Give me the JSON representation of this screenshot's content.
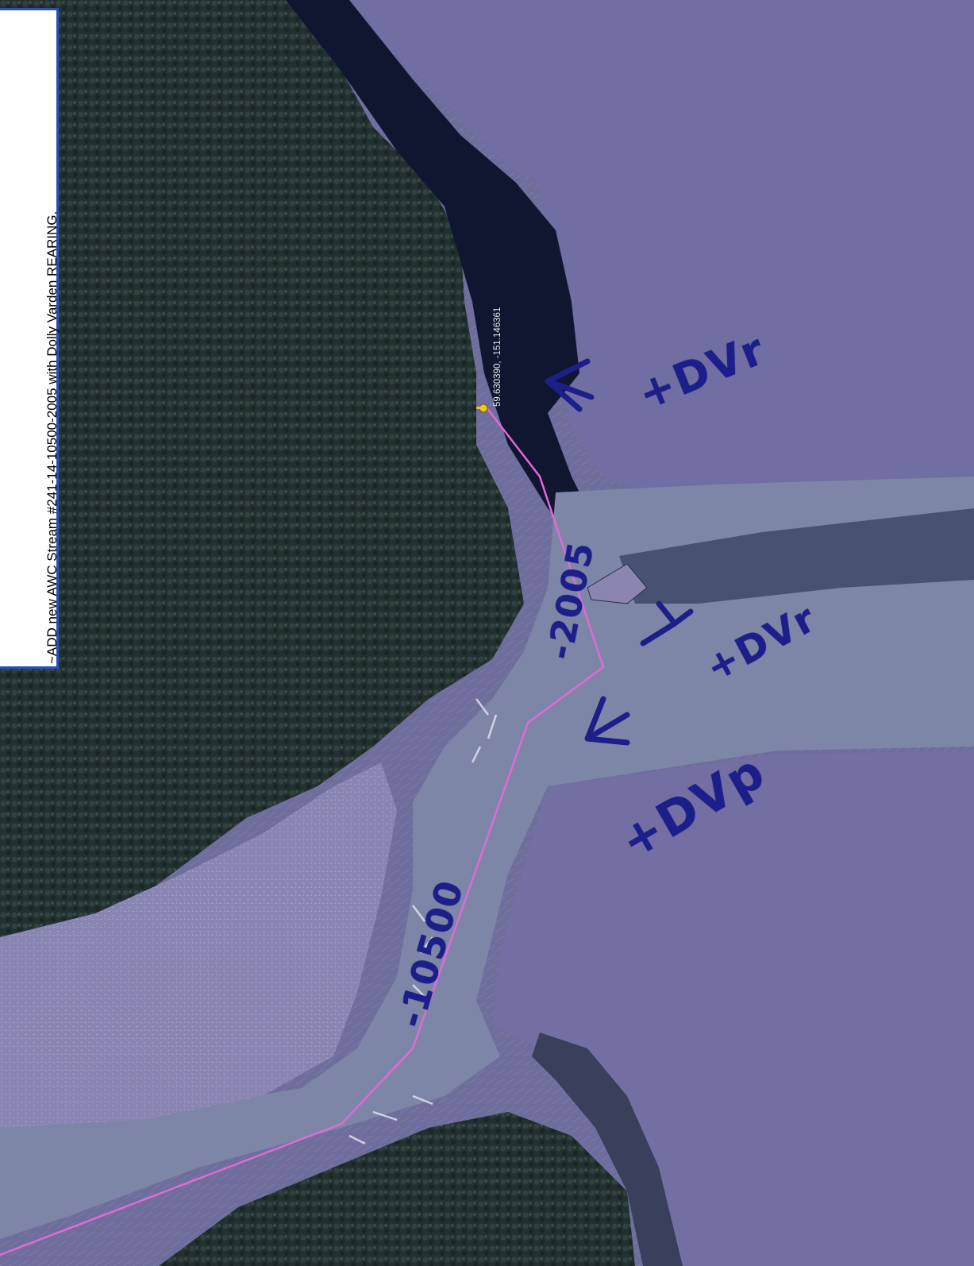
{
  "note": {
    "text": "~ADD new AWC Stream #241-14-10500-2005 with Dolly Varden REARING."
  },
  "placemark": {
    "coordinates": "59.630390, -151.146361",
    "color": "#f2c31b"
  },
  "route": {
    "color": "#e06ad6"
  },
  "annotations": {
    "stream_code_upper": "-2005",
    "stream_code_lower": "-10500",
    "dv_rearing_1": "+DVr",
    "dv_rearing_2": "+DVr",
    "dv_present": "+DVp",
    "ink_color": "#1c1f8a"
  },
  "colors": {
    "forest": "#1f2c2c",
    "deep_water": "#0f1630",
    "shallow_water": "#7d86a6",
    "gravel_bar": "#8a86b4",
    "terrain": "#6f6f9c"
  }
}
